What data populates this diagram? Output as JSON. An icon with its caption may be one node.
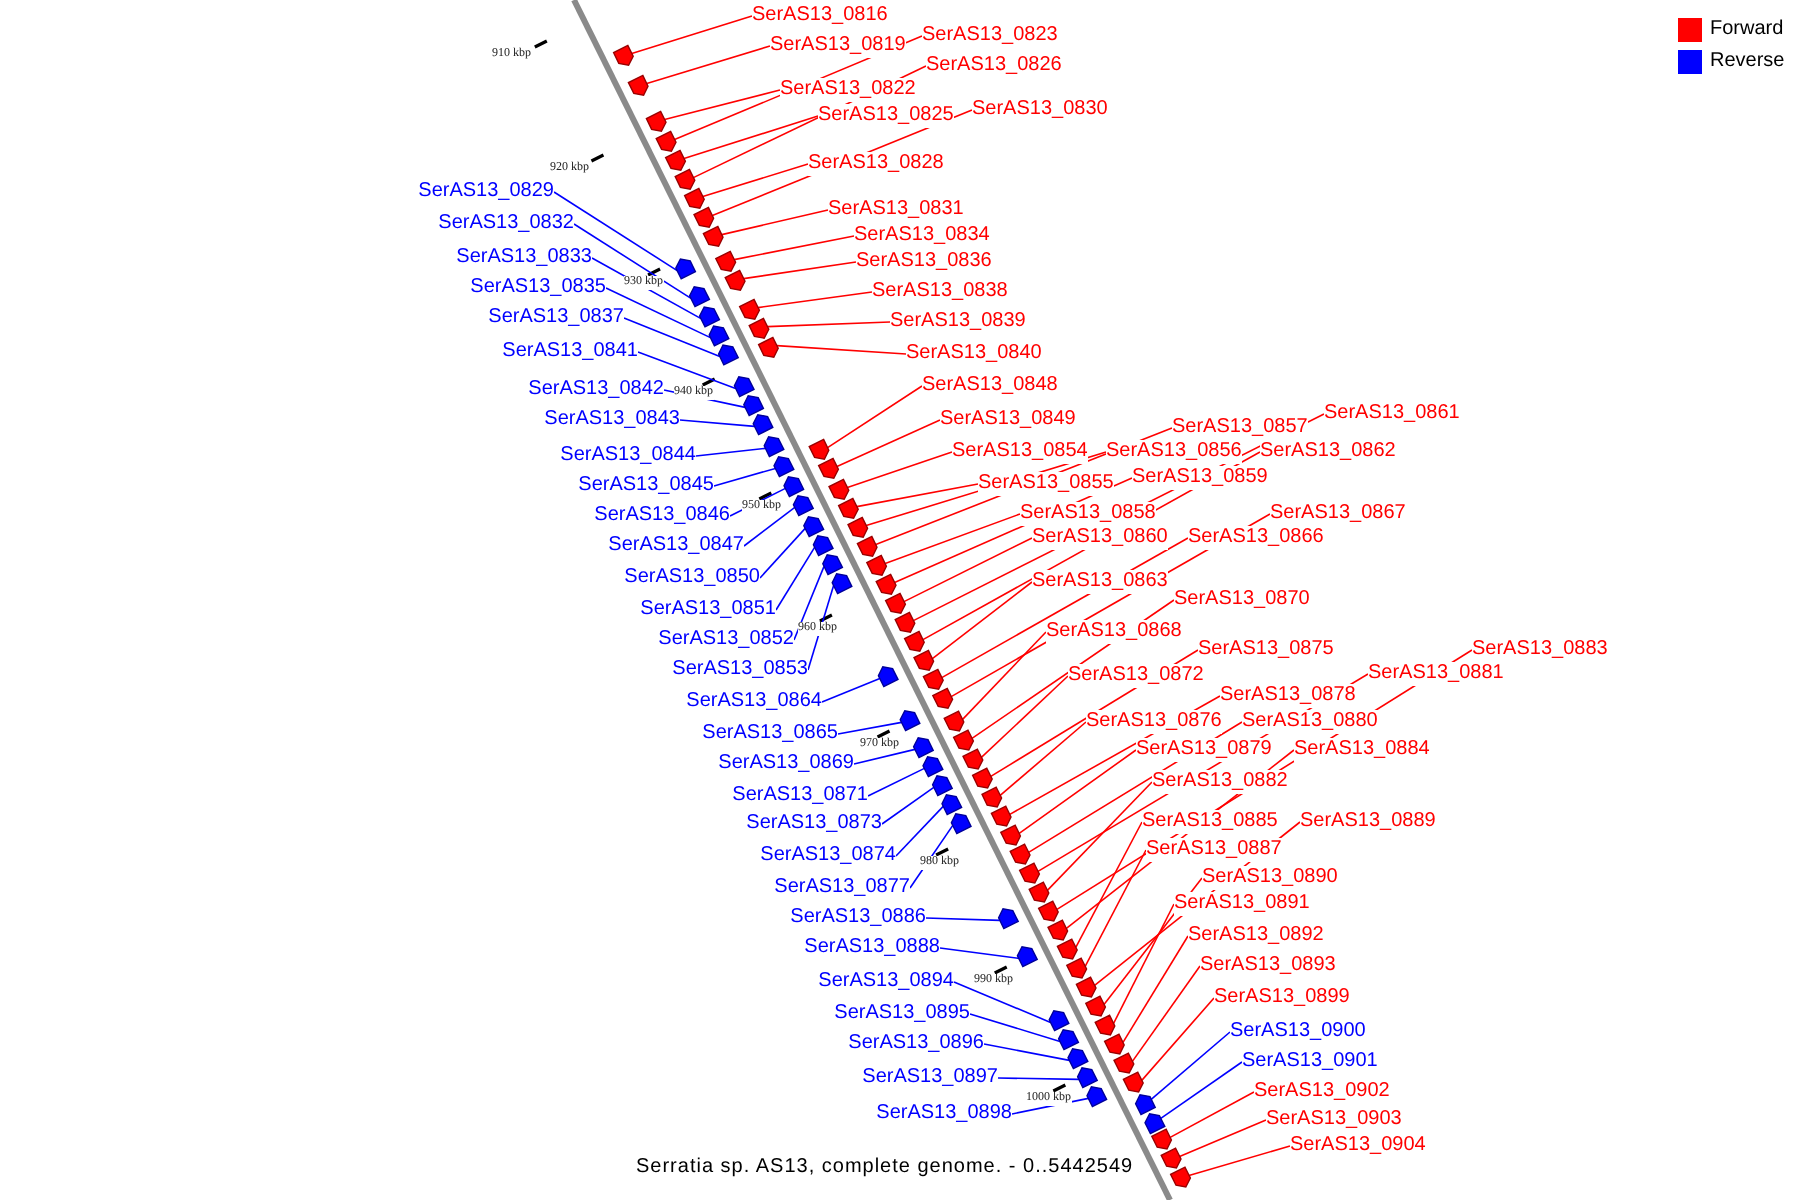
{
  "diagram": {
    "caption": "Serratia sp. AS13, complete genome. - 0..5442549",
    "nodes": [
      {
        "text": [
          "SerAS13_0816"
        ]
      },
      {
        "text": [
          "SerAS13_0823"
        ]
      },
      {
        "text": [
          "SerAS13_0819"
        ]
      },
      {
        "text": [
          "SerAS13_0826"
        ]
      },
      {
        "text": [
          "SerAS13_0822"
        ]
      },
      {
        "text": [
          "SerAS13_0830"
        ]
      },
      {
        "text": [
          "SerAS13_0825"
        ]
      },
      {
        "text": [
          "SerAS13_0828"
        ]
      },
      {
        "text": [
          "SerAS13_0829"
        ]
      },
      {
        "text": [
          "SerAS13_0831"
        ]
      },
      {
        "text": [
          "SerAS13_0832"
        ]
      },
      {
        "text": [
          "SerAS13_0834"
        ]
      },
      {
        "text": [
          "SerAS13_0833"
        ]
      },
      {
        "text": [
          "SerAS13_0836"
        ]
      },
      {
        "text": [
          "SerAS13_0835"
        ]
      },
      {
        "text": [
          "SerAS13_0838"
        ]
      },
      {
        "text": [
          "SerAS13_0837"
        ]
      },
      {
        "text": [
          "SerAS13_0839"
        ]
      },
      {
        "text": [
          "SerAS13_0841"
        ]
      },
      {
        "text": [
          "SerAS13_0840"
        ]
      },
      {
        "text": [
          "SerAS13_0848"
        ]
      },
      {
        "text": [
          "SerAS13_0842"
        ]
      },
      {
        "text": [
          "SerAS13_0861"
        ]
      },
      {
        "text": [
          "SerAS13_0843"
        ]
      },
      {
        "text": [
          "SerAS13_0849"
        ]
      },
      {
        "text": [
          "SerAS13_0857"
        ]
      },
      {
        "text": [
          "SerAS13_0854"
        ]
      },
      {
        "text": [
          "SerAS13_0856"
        ]
      },
      {
        "text": [
          "SerAS13_0862"
        ]
      },
      {
        "text": [
          "SerAS13_0844"
        ]
      },
      {
        "text": [
          "SerAS13_0859"
        ]
      },
      {
        "text": [
          "SerAS13_0855"
        ]
      },
      {
        "text": [
          "SerAS13_0845"
        ]
      },
      {
        "text": [
          "SerAS13_0858"
        ]
      },
      {
        "text": [
          "SerAS13_0867"
        ]
      },
      {
        "text": [
          "SerAS13_0846"
        ]
      },
      {
        "text": [
          "SerAS13_0860"
        ]
      },
      {
        "text": [
          "SerAS13_0866"
        ]
      },
      {
        "text": [
          "SerAS13_0847"
        ]
      },
      {
        "text": [
          "SerAS13_0850"
        ]
      },
      {
        "text": [
          "SerAS13_0863"
        ]
      },
      {
        "text": [
          "SerAS13_0870"
        ]
      },
      {
        "text": [
          "SerAS13_0851"
        ]
      },
      {
        "text": [
          "SerAS13_0868"
        ]
      },
      {
        "text": [
          "SerAS13_0852"
        ]
      },
      {
        "text": [
          "SerAS13_0883"
        ]
      },
      {
        "text": [
          "SerAS13_0875"
        ]
      },
      {
        "text": [
          "SerAS13_0853"
        ]
      },
      {
        "text": [
          "SerAS13_0881"
        ]
      },
      {
        "text": [
          "SerAS13_0872"
        ]
      },
      {
        "text": [
          "SerAS13_0878"
        ]
      },
      {
        "text": [
          "SerAS13_0864"
        ]
      },
      {
        "text": [
          "SerAS13_0876"
        ]
      },
      {
        "text": [
          "SerAS13_0880"
        ]
      },
      {
        "text": [
          "SerAS13_0865"
        ]
      },
      {
        "text": [
          "SerAS13_0879"
        ]
      },
      {
        "text": [
          "SerAS13_0884"
        ]
      },
      {
        "text": [
          "SerAS13_0869"
        ]
      },
      {
        "text": [
          "SerAS13_0882"
        ]
      },
      {
        "text": [
          "SerAS13_0871"
        ]
      },
      {
        "text": [
          "SerAS13_0885"
        ]
      },
      {
        "text": [
          "SerAS13_0889"
        ]
      },
      {
        "text": [
          "SerAS13_0873"
        ]
      },
      {
        "text": [
          "SerAS13_0887"
        ]
      },
      {
        "text": [
          "SerAS13_0874"
        ]
      },
      {
        "text": [
          "SerAS13_0890"
        ]
      },
      {
        "text": [
          "SerAS13_0877"
        ]
      },
      {
        "text": [
          "SerAS13_0891"
        ]
      },
      {
        "text": [
          "SerAS13_0886"
        ]
      },
      {
        "text": [
          "SerAS13_0892"
        ]
      },
      {
        "text": [
          "SerAS13_0888"
        ]
      },
      {
        "text": [
          "SerAS13_0893"
        ]
      },
      {
        "text": [
          "SerAS13_0894"
        ]
      },
      {
        "text": [
          "SerAS13_0899"
        ]
      },
      {
        "text": [
          "SerAS13_0895"
        ]
      },
      {
        "text": [
          "SerAS13_0900"
        ]
      },
      {
        "text": [
          "SerAS13_0896"
        ]
      },
      {
        "text": [
          "SerAS13_0901"
        ]
      },
      {
        "text": [
          "SerAS13_0897"
        ]
      },
      {
        "text": [
          "SerAS13_0902"
        ]
      },
      {
        "text": [
          "SerAS13_0898"
        ]
      },
      {
        "text": [
          "SerAS13_0903"
        ]
      },
      {
        "text": [
          "SerAS13_0904"
        ]
      },
      {
        "text": [],
        "shape": "arrow"
      },
      {
        "text": [],
        "shape": "arrow"
      },
      {
        "text": [],
        "shape": "arrow"
      },
      {
        "text": [],
        "shape": "arrow"
      },
      {
        "text": [],
        "shape": "arrow"
      },
      {
        "text": [],
        "shape": "arrow"
      },
      {
        "text": [],
        "shape": "arrow"
      },
      {
        "text": [],
        "shape": "arrow"
      },
      {
        "text": [],
        "shape": "arrow"
      },
      {
        "text": [],
        "shape": "arrow"
      },
      {
        "text": [],
        "shape": "arrow"
      },
      {
        "text": [],
        "shape": "arrow"
      },
      {
        "text": [],
        "shape": "arrow"
      },
      {
        "text": [],
        "shape": "arrow"
      },
      {
        "text": [],
        "shape": "arrow"
      },
      {
        "text": [],
        "shape": "arrow"
      },
      {
        "text": [],
        "shape": "arrow"
      },
      {
        "text": [],
        "shape": "arrow"
      },
      {
        "text": [],
        "shape": "arrow"
      },
      {
        "text": [],
        "shape": "arrow"
      },
      {
        "text": [],
        "shape": "arrow"
      },
      {
        "text": [],
        "shape": "arrow"
      },
      {
        "text": [],
        "shape": "arrow"
      },
      {
        "text": [],
        "shape": "arrow"
      },
      {
        "text": [],
        "shape": "arrow"
      },
      {
        "text": [],
        "shape": "arrow"
      },
      {
        "text": [],
        "shape": "arrow"
      },
      {
        "text": [],
        "shape": "arrow"
      },
      {
        "text": [],
        "shape": "arrow"
      },
      {
        "text": [],
        "shape": "arrow"
      },
      {
        "text": [],
        "shape": "arrow"
      },
      {
        "text": [],
        "shape": "arrow"
      },
      {
        "text": [],
        "shape": "arrow"
      },
      {
        "text": [],
        "shape": "arrow"
      },
      {
        "text": [],
        "shape": "arrow"
      },
      {
        "text": [],
        "shape": "arrow"
      },
      {
        "text": [],
        "shape": "arrow"
      },
      {
        "text": [],
        "shape": "arrow"
      },
      {
        "text": [],
        "shape": "arrow"
      },
      {
        "text": [],
        "shape": "arrow"
      },
      {
        "text": [],
        "shape": "arrow"
      },
      {
        "text": [],
        "shape": "arrow"
      },
      {
        "text": [],
        "shape": "arrow"
      },
      {
        "text": [],
        "shape": "arrow"
      },
      {
        "text": [],
        "shape": "arrow"
      },
      {
        "text": [],
        "shape": "arrow"
      },
      {
        "text": [],
        "shape": "arrow"
      },
      {
        "text": [],
        "shape": "arrow"
      },
      {
        "text": [],
        "shape": "arrow"
      },
      {
        "text": [],
        "shape": "arrow"
      },
      {
        "text": [],
        "shape": "arrow"
      },
      {
        "text": [],
        "shape": "arrow"
      },
      {
        "text": [],
        "shape": "arrow"
      },
      {
        "text": [],
        "shape": "arrow"
      },
      {
        "text": [],
        "shape": "arrow"
      },
      {
        "text": [],
        "shape": "arrow"
      },
      {
        "text": [],
        "shape": "arrow"
      },
      {
        "text": [],
        "shape": "arrow"
      },
      {
        "text": [],
        "shape": "arrow"
      },
      {
        "text": [],
        "shape": "arrow"
      },
      {
        "text": [],
        "shape": "arrow"
      },
      {
        "text": [],
        "shape": "arrow"
      },
      {
        "text": [],
        "shape": "arrow"
      },
      {
        "text": [],
        "shape": "arrow"
      },
      {
        "text": [],
        "shape": "arrow"
      },
      {
        "text": [],
        "shape": "arrow"
      },
      {
        "text": [],
        "shape": "arrow"
      },
      {
        "text": [],
        "shape": "arrow"
      },
      {
        "text": [],
        "shape": "arrow"
      },
      {
        "text": [],
        "shape": "arrow"
      },
      {
        "text": [],
        "shape": "arrow"
      },
      {
        "text": [],
        "shape": "arrow"
      },
      {
        "text": [],
        "shape": "arrow"
      },
      {
        "text": [],
        "shape": "arrow"
      },
      {
        "text": [],
        "shape": "arrow"
      },
      {
        "text": [],
        "shape": "arrow"
      },
      {
        "text": [],
        "shape": "arrow"
      },
      {
        "text": [],
        "shape": "arrow"
      },
      {
        "text": [],
        "shape": "arrow"
      },
      {
        "text": [],
        "shape": "arrow"
      },
      {
        "text": [],
        "shape": "arrow"
      },
      {
        "text": [],
        "shape": "arrow"
      },
      {
        "text": [],
        "shape": "arrow"
      }
    ],
    "edges": [
      {
        "from": 0,
        "to": 83,
        "arrow": "none"
      },
      {
        "from": 1,
        "to": 86,
        "arrow": "none"
      },
      {
        "from": 2,
        "to": 84,
        "arrow": "none"
      },
      {
        "from": 3,
        "to": 88,
        "arrow": "none"
      },
      {
        "from": 4,
        "to": 85,
        "arrow": "none"
      },
      {
        "from": 5,
        "to": 90,
        "arrow": "none"
      },
      {
        "from": 6,
        "to": 87,
        "arrow": "none"
      },
      {
        "from": 7,
        "to": 89,
        "arrow": "none"
      },
      {
        "from": 8,
        "to": 93,
        "arrow": "none",
        "color": "#0000ff"
      },
      {
        "from": 9,
        "to": 91,
        "arrow": "none"
      },
      {
        "from": 10,
        "to": 95,
        "arrow": "none",
        "color": "#0000ff"
      },
      {
        "from": 11,
        "to": 92,
        "arrow": "none"
      },
      {
        "from": 12,
        "to": 97,
        "arrow": "none",
        "color": "#0000ff"
      },
      {
        "from": 13,
        "to": 94,
        "arrow": "none"
      },
      {
        "from": 14,
        "to": 99,
        "arrow": "none",
        "color": "#0000ff"
      },
      {
        "from": 15,
        "to": 96,
        "arrow": "none"
      },
      {
        "from": 16,
        "to": 101,
        "arrow": "none",
        "color": "#0000ff"
      },
      {
        "from": 17,
        "to": 98,
        "arrow": "none"
      },
      {
        "from": 18,
        "to": 102,
        "arrow": "none",
        "color": "#0000ff"
      },
      {
        "from": 19,
        "to": 100,
        "arrow": "none"
      },
      {
        "from": 20,
        "to": 106,
        "arrow": "none"
      },
      {
        "from": 21,
        "to": 103,
        "arrow": "none",
        "color": "#0000ff"
      },
      {
        "from": 22,
        "to": 122,
        "arrow": "none"
      },
      {
        "from": 23,
        "to": 104,
        "arrow": "none",
        "color": "#0000ff"
      },
      {
        "from": 24,
        "to": 108,
        "arrow": "none"
      },
      {
        "from": 25,
        "to": 116,
        "arrow": "none"
      },
      {
        "from": 26,
        "to": 110,
        "arrow": "none"
      },
      {
        "from": 27,
        "to": 114,
        "arrow": "none"
      },
      {
        "from": 28,
        "to": 123,
        "arrow": "none"
      },
      {
        "from": 29,
        "to": 105,
        "arrow": "none",
        "color": "#0000ff"
      },
      {
        "from": 30,
        "to": 120,
        "arrow": "none"
      },
      {
        "from": 31,
        "to": 112,
        "arrow": "none"
      },
      {
        "from": 32,
        "to": 107,
        "arrow": "none",
        "color": "#0000ff"
      },
      {
        "from": 33,
        "to": 118,
        "arrow": "none"
      },
      {
        "from": 34,
        "to": 127,
        "arrow": "none"
      },
      {
        "from": 35,
        "to": 109,
        "arrow": "none",
        "color": "#0000ff"
      },
      {
        "from": 36,
        "to": 121,
        "arrow": "none"
      },
      {
        "from": 37,
        "to": 126,
        "arrow": "none"
      },
      {
        "from": 38,
        "to": 111,
        "arrow": "none",
        "color": "#0000ff"
      },
      {
        "from": 39,
        "to": 113,
        "arrow": "none",
        "color": "#0000ff"
      },
      {
        "from": 40,
        "to": 124,
        "arrow": "none"
      },
      {
        "from": 41,
        "to": 130,
        "arrow": "none"
      },
      {
        "from": 42,
        "to": 115,
        "arrow": "none",
        "color": "#0000ff"
      },
      {
        "from": 43,
        "to": 129,
        "arrow": "none"
      },
      {
        "from": 44,
        "to": 117,
        "arrow": "none",
        "color": "#0000ff"
      },
      {
        "from": 45,
        "to": 144,
        "arrow": "none"
      },
      {
        "from": 46,
        "to": 134,
        "arrow": "none"
      },
      {
        "from": 47,
        "to": 119,
        "arrow": "none",
        "color": "#0000ff"
      },
      {
        "from": 48,
        "to": 142,
        "arrow": "none"
      },
      {
        "from": 49,
        "to": 132,
        "arrow": "none"
      },
      {
        "from": 50,
        "to": 138,
        "arrow": "none"
      },
      {
        "from": 51,
        "to": 125,
        "arrow": "none",
        "color": "#0000ff"
      },
      {
        "from": 52,
        "to": 136,
        "arrow": "none"
      },
      {
        "from": 53,
        "to": 141,
        "arrow": "none"
      },
      {
        "from": 54,
        "to": 128,
        "arrow": "none",
        "color": "#0000ff"
      },
      {
        "from": 55,
        "to": 140,
        "arrow": "none"
      },
      {
        "from": 56,
        "to": 146,
        "arrow": "none"
      },
      {
        "from": 57,
        "to": 131,
        "arrow": "none",
        "color": "#0000ff"
      },
      {
        "from": 58,
        "to": 143,
        "arrow": "none"
      },
      {
        "from": 59,
        "to": 133,
        "arrow": "none",
        "color": "#0000ff"
      },
      {
        "from": 60,
        "to": 147,
        "arrow": "none"
      },
      {
        "from": 61,
        "to": 150,
        "arrow": "none"
      },
      {
        "from": 62,
        "to": 135,
        "arrow": "none",
        "color": "#0000ff"
      },
      {
        "from": 63,
        "to": 149,
        "arrow": "none"
      },
      {
        "from": 64,
        "to": 137,
        "arrow": "none",
        "color": "#0000ff"
      },
      {
        "from": 65,
        "to": 151,
        "arrow": "none"
      },
      {
        "from": 66,
        "to": 139,
        "arrow": "none",
        "color": "#0000ff"
      },
      {
        "from": 67,
        "to": 153,
        "arrow": "none"
      },
      {
        "from": 68,
        "to": 145,
        "arrow": "none",
        "color": "#0000ff"
      },
      {
        "from": 69,
        "to": 155,
        "arrow": "none"
      },
      {
        "from": 70,
        "to": 148,
        "arrow": "none",
        "color": "#0000ff"
      },
      {
        "from": 71,
        "to": 157,
        "arrow": "none"
      },
      {
        "from": 72,
        "to": 152,
        "arrow": "none",
        "color": "#0000ff"
      },
      {
        "from": 73,
        "to": 159,
        "arrow": "none"
      },
      {
        "from": 74,
        "to": 154,
        "arrow": "none",
        "color": "#0000ff"
      },
      {
        "from": 75,
        "to": 161,
        "arrow": "none",
        "color": "#0000ff"
      },
      {
        "from": 76,
        "to": 156,
        "arrow": "none",
        "color": "#0000ff"
      },
      {
        "from": 77,
        "to": 162,
        "arrow": "none",
        "color": "#0000ff"
      },
      {
        "from": 78,
        "to": 158,
        "arrow": "none",
        "color": "#0000ff"
      },
      {
        "from": 79,
        "to": 163,
        "arrow": "none"
      },
      {
        "from": 80,
        "to": 160,
        "arrow": "none",
        "color": "#0000ff"
      },
      {
        "from": 81,
        "to": 164,
        "arrow": "none"
      },
      {
        "from": 82,
        "to": 165,
        "arrow": "none"
      }
    ],
    "labels": [
      "910 kbp",
      "920 kbp",
      "930 kbp",
      "940 kbp",
      "950 kbp",
      "960 kbp",
      "970 kbp",
      "980 kbp",
      "990 kbp",
      "1000 kbp"
    ],
    "legend": [
      {
        "text": "Forward",
        "color": "#ff0000"
      },
      {
        "text": "Reverse",
        "color": "#0000ff"
      }
    ]
  }
}
